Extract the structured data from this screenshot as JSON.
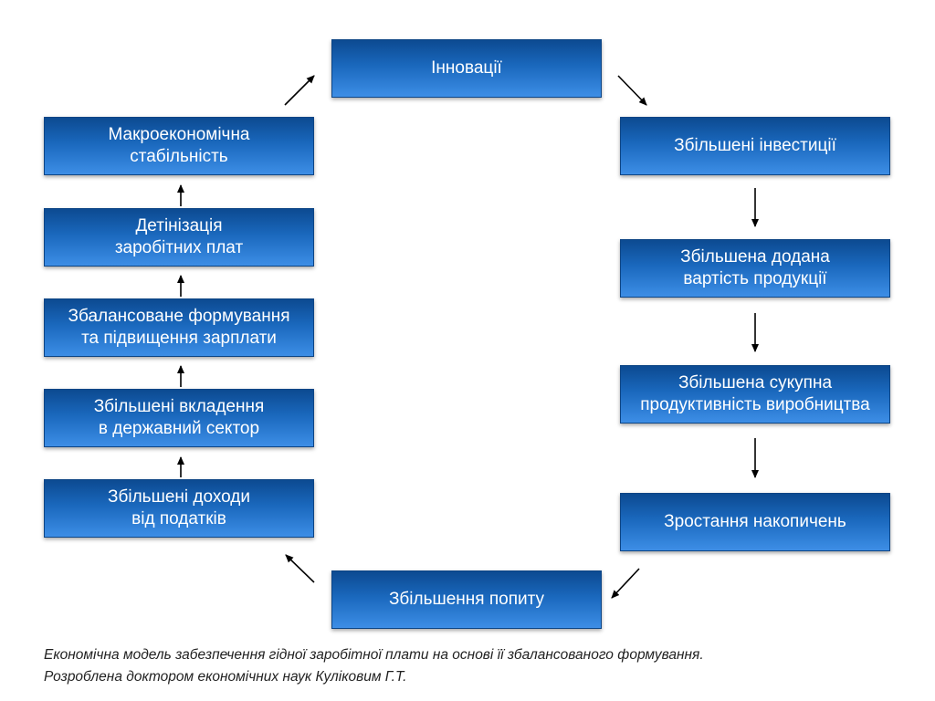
{
  "diagram": {
    "nodes": {
      "innovations": "Інновації",
      "investments": "Збільшені інвестиції",
      "value_added": "Збільшена додана\nвартість продукції",
      "productivity": "Збільшена сукупна\nпродуктивність виробництва",
      "savings": "Зростання накопичень",
      "demand": "Збільшення попиту",
      "tax_income": "Збільшені доходи\nвід податків",
      "public_sector": "Збільшені вкладення\nв державний сектор",
      "balanced_wage": "Збалансоване формування\nта підвищення зарплати",
      "detinization": "Детінізація\nзаробітних плат",
      "macro": "Макроекономічна\nстабільність"
    },
    "cycle_order": [
      "innovations",
      "investments",
      "value_added",
      "productivity",
      "savings",
      "demand",
      "tax_income",
      "public_sector",
      "balanced_wage",
      "detinization",
      "macro"
    ],
    "colors": {
      "box_top": "#0c4a91",
      "box_bottom": "#3d8ee6",
      "box_text": "#ffffff",
      "arrow": "#000000"
    }
  },
  "caption": {
    "line1": "Економічна модель забезпечення гідної заробітної плати на основі її збалансованого формування.",
    "line2": "Розроблена доктором економічних наук Куліковим Г.Т."
  }
}
